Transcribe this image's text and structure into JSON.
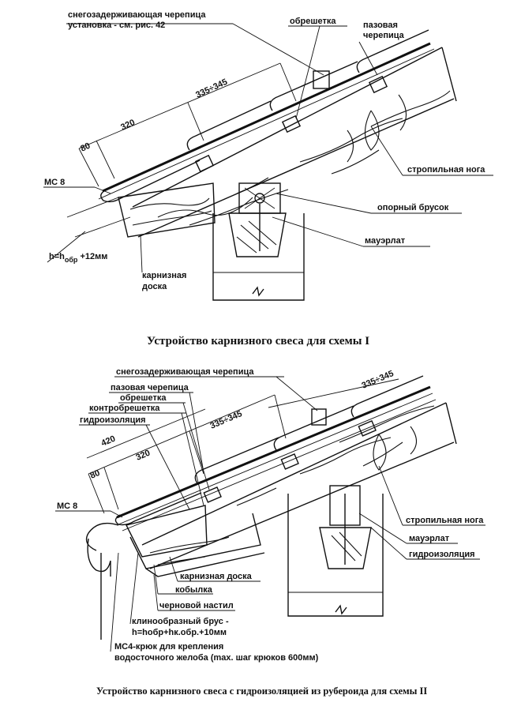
{
  "diagram1": {
    "labels": {
      "snow_tile": "снегозадерживающая черепица",
      "snow_tile_note": "установка - см. рис. 42",
      "batten": "обрешетка",
      "groove_tile_1": "пазовая",
      "groove_tile_2": "черепица",
      "rafter": "стропильная нога",
      "ms8": "МС 8",
      "support_bar": "опорный брусок",
      "mauerlat": "мауэрлат",
      "eaves_board_1": "карнизная",
      "eaves_board_2": "доска",
      "h_formula_1": "h=h",
      "h_formula_sub": "обр",
      "h_formula_2": " +12мм"
    },
    "dims": {
      "d80": "80",
      "d320": "320",
      "d335": "335÷345"
    },
    "caption": "Устройство карнизного свеса для схемы I"
  },
  "diagram2": {
    "labels": {
      "snow_tile": "снегозадерживающая черепица",
      "groove_tile": "пазовая черепица",
      "batten": "обрешетка",
      "counter_batten": "контробрешетка",
      "waterproofing_top": "гидроизоляция",
      "ms8": "МС 8",
      "rafter": "стропильная нога",
      "mauerlat": "мауэрлат",
      "waterproofing_right": "гидроизоляция",
      "eaves_board": "карнизная доска",
      "kobylka": "кобылка",
      "rough_deck": "черновой настил",
      "wedge_1": "клинообразный брус -",
      "wedge_2": "h=hобр+hк.обр.+10мм",
      "hook_1": "МС4-крюк для крепления",
      "hook_2": "водосточного желоба (max. шаг крюков 600мм)"
    },
    "dims": {
      "d80": "80",
      "d320": "320",
      "d420": "420",
      "d335a": "335÷345",
      "d335b": "335÷345"
    },
    "caption": "Устройство карнизного свеса с гидроизоляцией из рубероида для схемы II"
  }
}
